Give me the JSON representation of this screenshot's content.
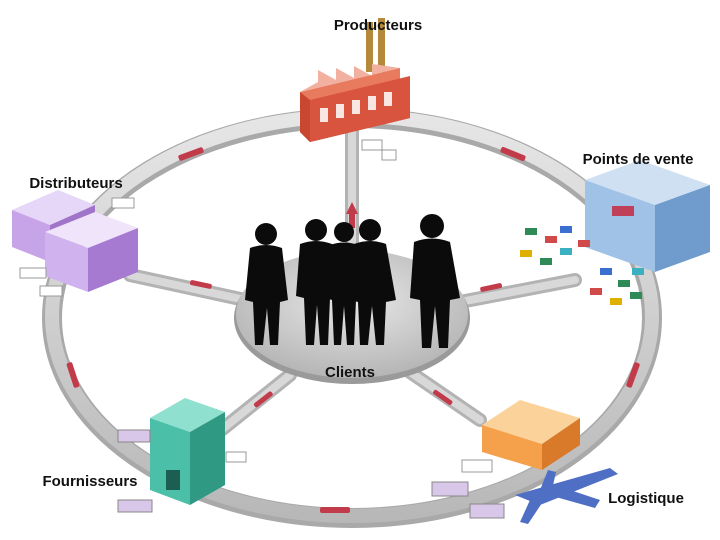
{
  "diagram": {
    "center": {
      "label": "Clients"
    },
    "nodes": [
      {
        "id": "producteurs",
        "label": "Producteurs"
      },
      {
        "id": "points-de-vente",
        "label": "Points de vente"
      },
      {
        "id": "logistique",
        "label": "Logistique"
      },
      {
        "id": "fournisseurs",
        "label": "Fournisseurs"
      },
      {
        "id": "distributeurs",
        "label": "Distributeurs"
      }
    ],
    "colors": {
      "ring": "#c9c9c9",
      "hub": "#c4c4c4",
      "arrow": "#c23b4a",
      "factory": "#d9543f",
      "store": "#8fb6e0",
      "warehouse": "#f5a04a",
      "supplier": "#4bbfa8",
      "distributor": "#c7a3e8",
      "plane": "#4f6fc4"
    }
  }
}
